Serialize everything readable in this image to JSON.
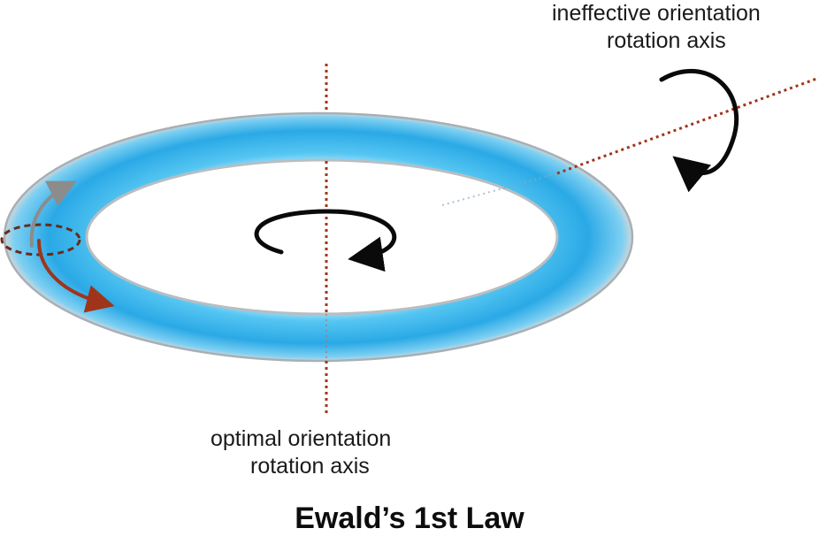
{
  "labels": {
    "ineffective_line1": "ineffective orientation",
    "ineffective_line2": "rotation axis",
    "optimal_line1": "optimal orientation",
    "optimal_line2": "rotation axis"
  },
  "title": "Ewald’s 1st Law",
  "colors": {
    "torus_inner": "#4dc9f6",
    "torus_edge": "#1f9fe0",
    "torus_rim": "#9fa8ad",
    "axis_dotted": "#a0341a",
    "arrow_black": "#0a0a0a",
    "arrow_gray": "#8c8c8c",
    "arrow_red": "#a0341a"
  }
}
